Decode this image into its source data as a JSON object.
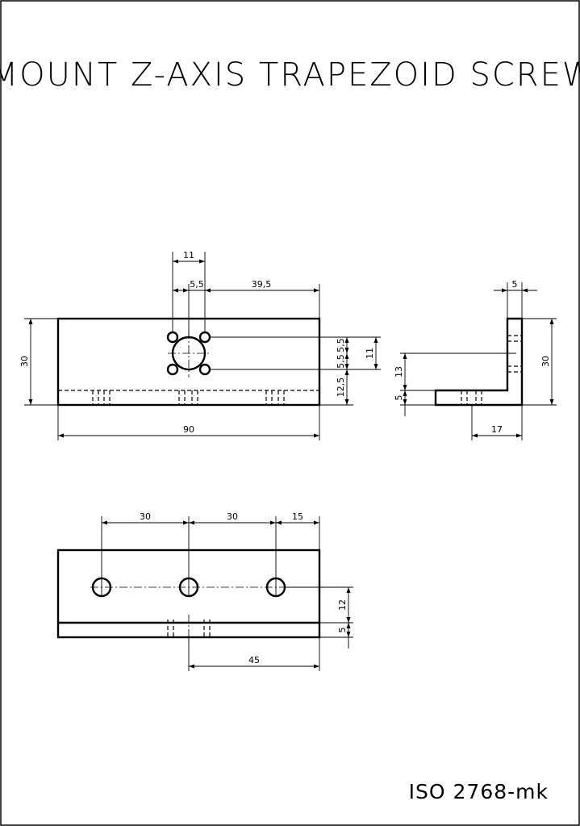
{
  "title": "MOUNT Z-AXIS TRAPEZOID SCREW",
  "standard": "ISO 2768-mk",
  "dimensions": {
    "front": {
      "hole_spacing": "11",
      "hole_offset": "5,5",
      "edge_distance": "39,5",
      "height": "30",
      "vertical_spacing": "11",
      "vertical_offset": "5,5",
      "bottom_to_center": "12,5",
      "length": "90"
    },
    "side": {
      "wall_thickness": "5",
      "height": "30",
      "upper_height": "13",
      "base_thickness": "5",
      "base_length": "17"
    },
    "top": {
      "spacing_1": "30",
      "spacing_2": "30",
      "end_distance": "15",
      "hole_depth": "12",
      "flange": "5",
      "center_offset": "45"
    }
  }
}
